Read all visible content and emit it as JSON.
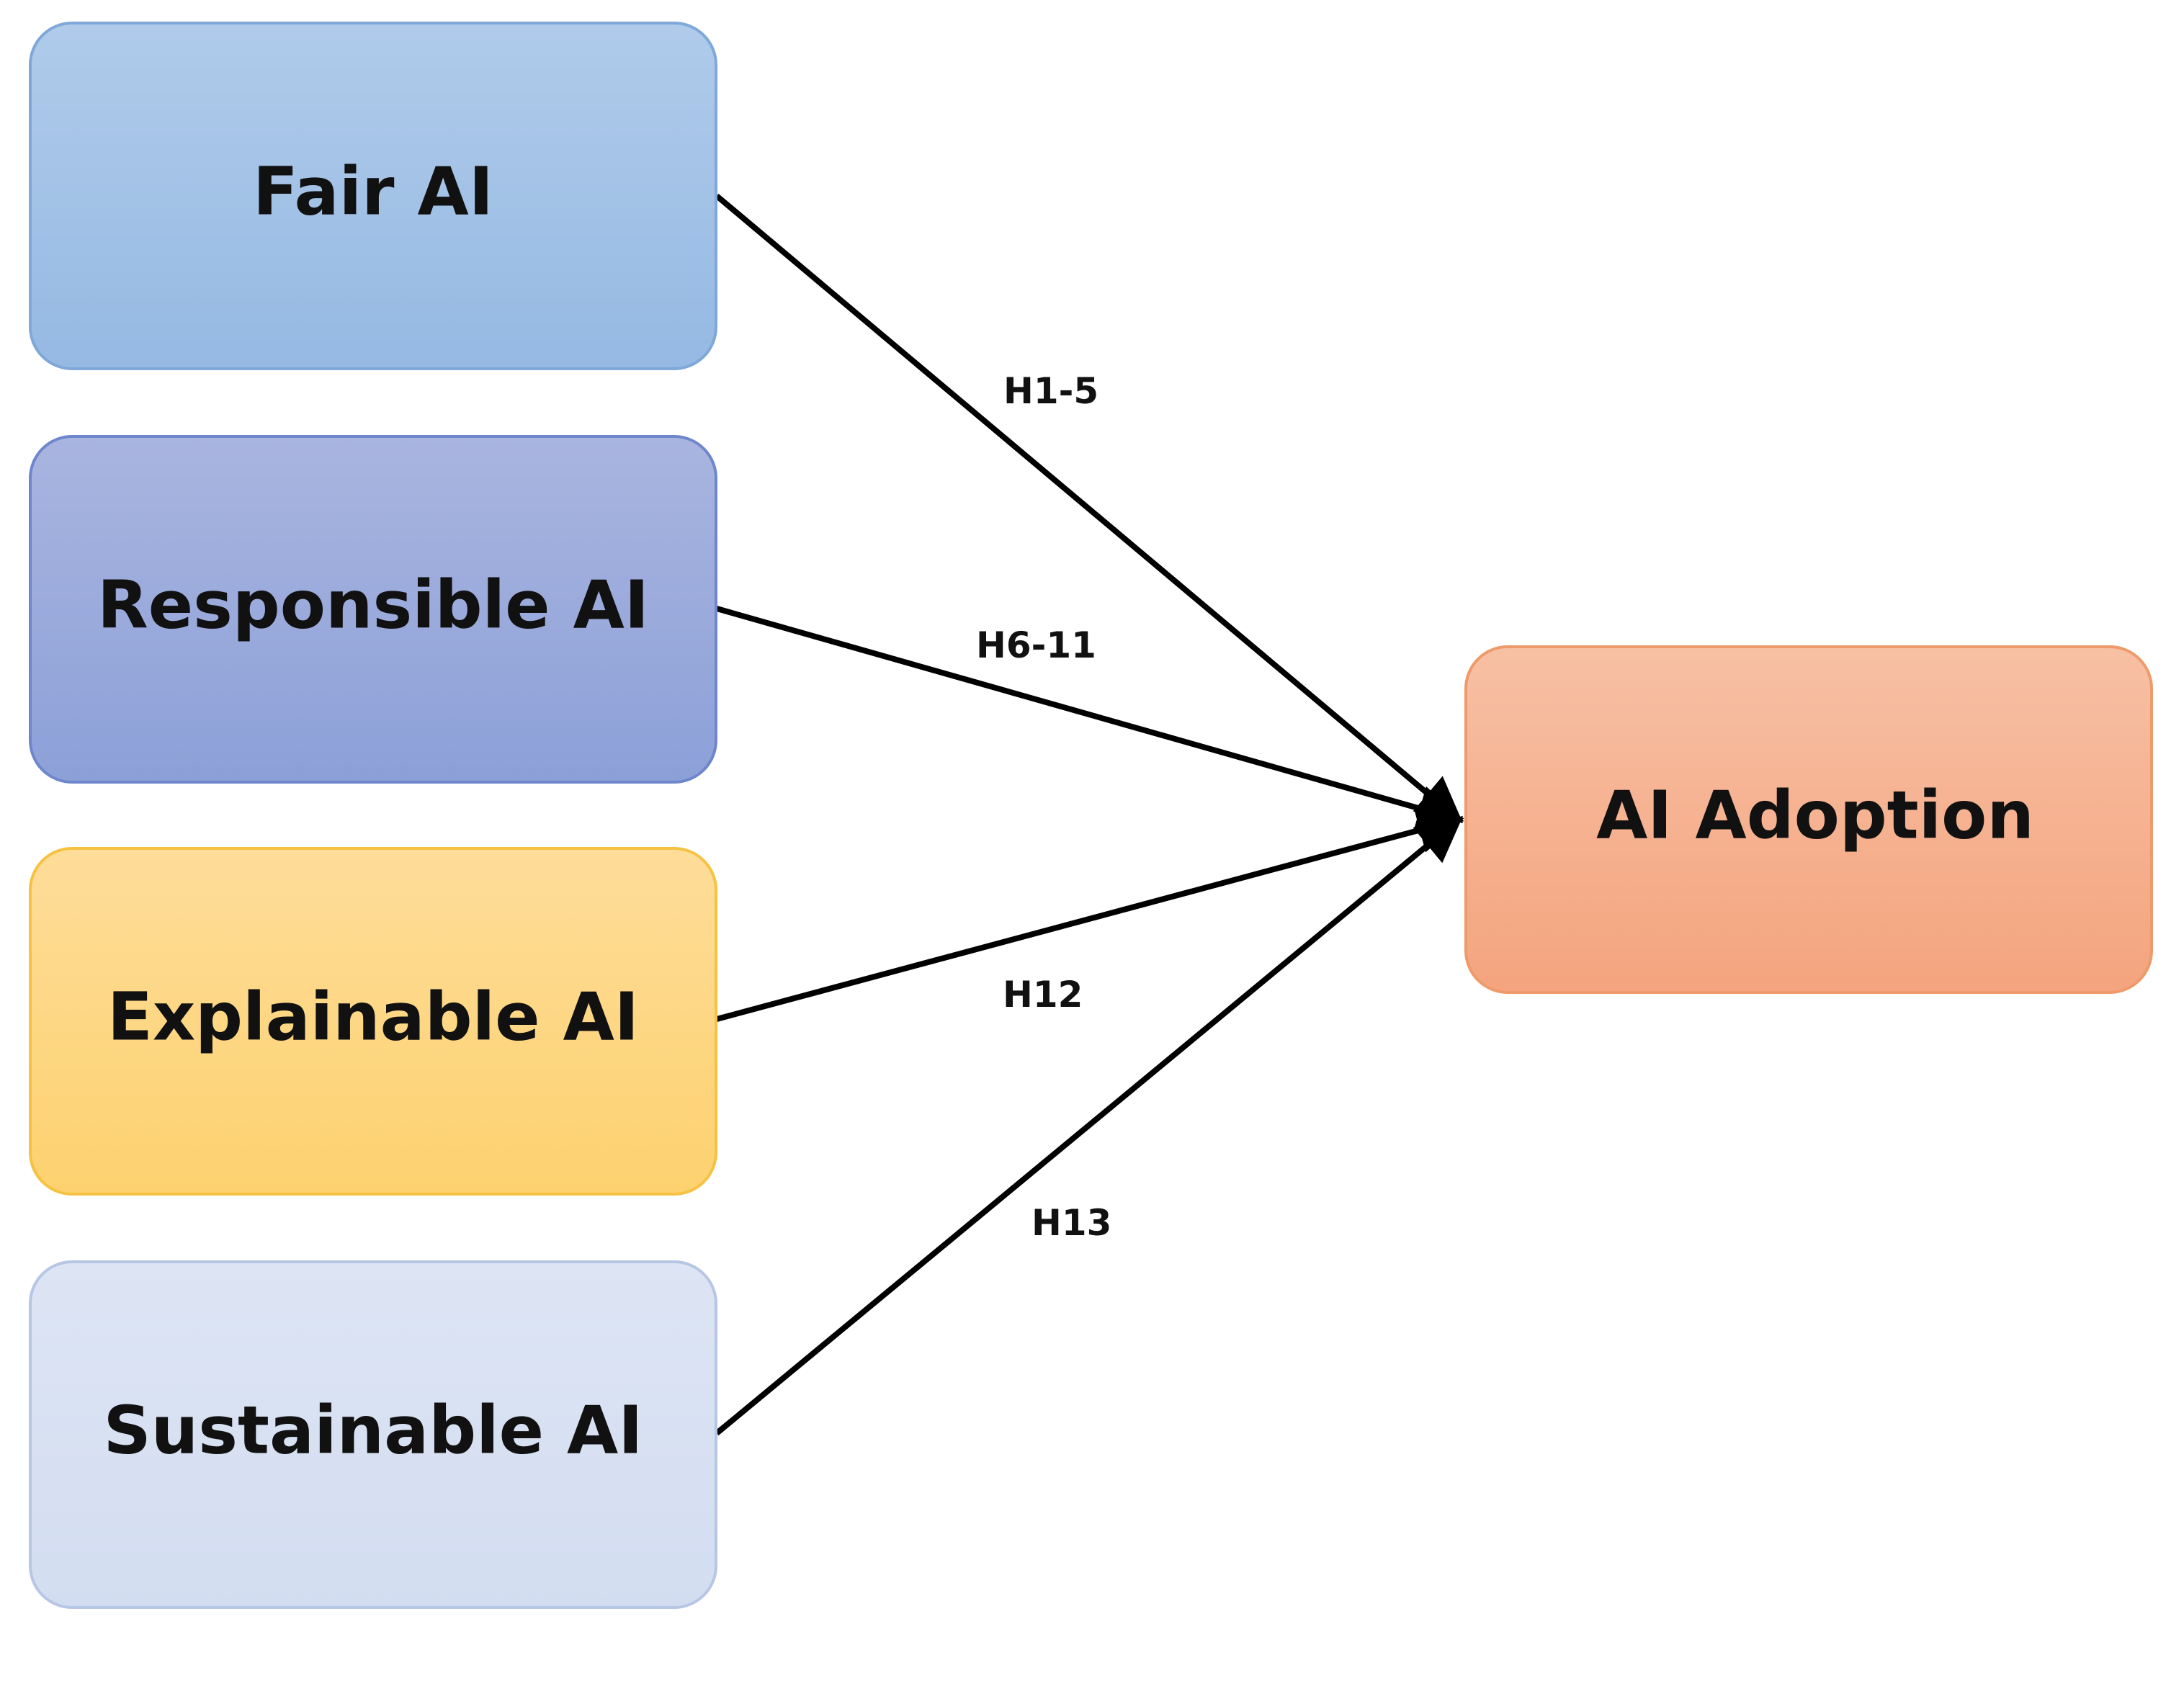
{
  "nodes": {
    "fair_ai": {
      "label": "Fair AI",
      "fill_top": "#b0cbea",
      "fill_bottom": "#95b9e3",
      "stroke": "#7fa8d8"
    },
    "responsible_ai": {
      "label": "Responsible AI",
      "fill_top": "#a9b5df",
      "fill_bottom": "#8ca0d8",
      "stroke": "#6e86cc"
    },
    "explainable_ai": {
      "label": "Explainable AI",
      "fill_top": "#fedd9a",
      "fill_bottom": "#fdd16f",
      "stroke": "#f5c242"
    },
    "sustainable_ai": {
      "label": "Sustainable AI",
      "fill_top": "#dde5f4",
      "fill_bottom": "#d3ddf1",
      "stroke": "#b7c6e4"
    },
    "ai_adoption": {
      "label": "AI Adoption",
      "fill_top": "#f7c0a4",
      "fill_bottom": "#f4a47e",
      "stroke": "#ee9a6a"
    }
  },
  "edges": {
    "fair_to_adoption": {
      "label": "H1-5"
    },
    "responsible_to_adoption": {
      "label": "H6-11"
    },
    "explainable_to_adoption": {
      "label": "H12"
    },
    "sustainable_to_adoption": {
      "label": "H13"
    }
  },
  "colors": {
    "line": "#000000",
    "background": "#ffffff"
  }
}
